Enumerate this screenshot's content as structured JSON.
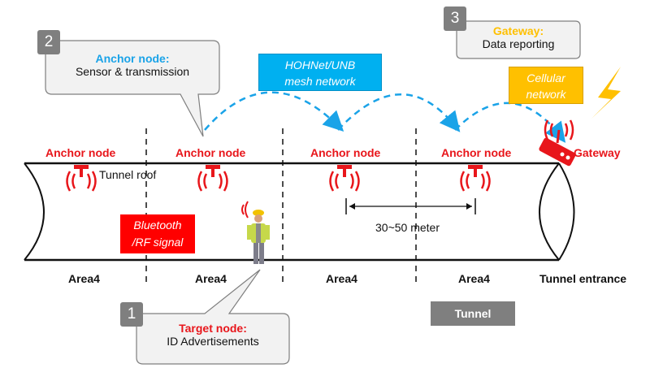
{
  "anchor_labels": [
    "Anchor node",
    "Anchor node",
    "Anchor node",
    "Anchor node"
  ],
  "gateway_label": "Gateway",
  "tunnel_roof": "Tunnel roof",
  "areas": [
    "Area4",
    "Area4",
    "Area4",
    "Area4"
  ],
  "tunnel_entrance": "Tunnel entrance",
  "distance": "30~50 meter",
  "tunnel_button": "Tunnel",
  "mesh": {
    "line1": "HOHNet/UNB",
    "line2": "mesh network"
  },
  "cellular": {
    "line1": "Cellular",
    "line2": "network"
  },
  "signal": {
    "line1": "Bluetooth",
    "line2": "/RF signal"
  },
  "callouts": {
    "anchor": {
      "badge": "2",
      "title": "Anchor node:",
      "sub": "Sensor & transmission"
    },
    "gateway": {
      "badge": "3",
      "title": "Gateway:",
      "sub": "Data reporting"
    },
    "target": {
      "badge": "1",
      "title": "Target node:",
      "sub": "ID Advertisements"
    }
  },
  "colors": {
    "red": "#e8161b",
    "mesh_blue": "#00b0f0",
    "cellular_yellow": "#ffc000",
    "gray": "#7f7f7f"
  }
}
